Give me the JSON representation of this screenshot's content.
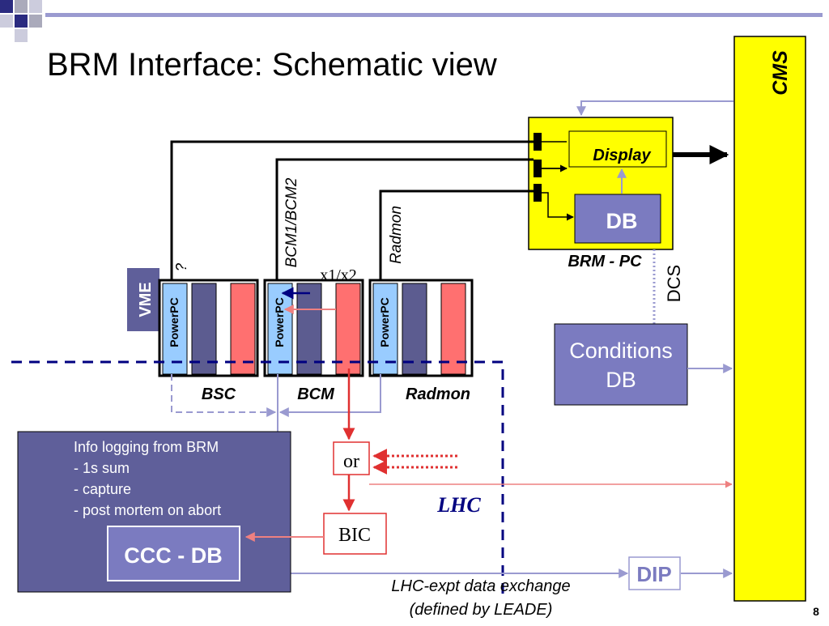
{
  "slide": {
    "title": "BRM Interface: Schematic view",
    "page_number": "8"
  },
  "cms": {
    "label": "CMS",
    "color": "#ffff00"
  },
  "brm_pc": {
    "label": "BRM - PC",
    "display_label": "Display",
    "db_label": "DB",
    "color": "#ffff00"
  },
  "conditions_db": {
    "line1": "Conditions",
    "line2": "DB"
  },
  "dcs_label": "DCS",
  "vme": {
    "label": "VME",
    "powerpc_label": "PowerPC",
    "crates": [
      "BSC",
      "BCM",
      "Radmon"
    ]
  },
  "signal_labels": {
    "question": "?",
    "bcm": "BCM1/BCM2",
    "radmon": "Radmon",
    "multiplier": "x1/x2"
  },
  "logic": {
    "or_label": "or",
    "bic_label": "BIC"
  },
  "lhc_label": "LHC",
  "ccc_panel": {
    "lines": [
      "Info logging from BRM",
      "- 1s sum",
      "- capture",
      "- post mortem on abort"
    ],
    "ccc_db_label": "CCC - DB"
  },
  "dip": {
    "label": "DIP",
    "caption_line1": "LHC-expt data exchange",
    "caption_line2": "(defined by LEADE)"
  },
  "colors": {
    "boxes_purple": "#7b7bc0",
    "ccc_panel": "#5f5f9a",
    "link_red": "#e03030",
    "link_lavender": "#9a9ad0",
    "powerpc_blue": "#99ccff",
    "slot_slate": "#5c5c90",
    "slot_pink": "#ff7070",
    "dashed_navy": "#000080"
  }
}
